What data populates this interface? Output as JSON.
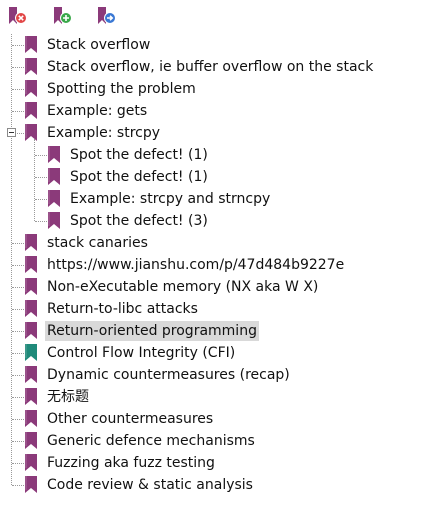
{
  "toolbar": {
    "buttons": [
      {
        "name": "delete-bookmark-button",
        "icon": "bookmark-remove-icon",
        "badge_color": "#e24646"
      },
      {
        "name": "add-bookmark-button",
        "icon": "bookmark-add-icon",
        "badge_color": "#3aa84a"
      },
      {
        "name": "add-child-bookmark-button",
        "icon": "bookmark-add-child-icon",
        "badge_color": "#3a78d4"
      }
    ]
  },
  "colors": {
    "bookmark": "#8b3a7a",
    "bookmark_active": "#1f8a7a",
    "selection": "#d9d9d9"
  },
  "bookmarks": [
    {
      "label": "Stack overflow",
      "level": 0
    },
    {
      "label": "Stack overflow, ie buffer overflow on the stack",
      "level": 0
    },
    {
      "label": "Spotting the problem",
      "level": 0
    },
    {
      "label": "Example: gets",
      "level": 0
    },
    {
      "label": "Example: strcpy",
      "level": 0,
      "expanded": true
    },
    {
      "label": "Spot the defect! (1)",
      "level": 1
    },
    {
      "label": "Spot the defect! (1)",
      "level": 1
    },
    {
      "label": "Example: strcpy and strncpy",
      "level": 1
    },
    {
      "label": "Spot the defect! (3)",
      "level": 1
    },
    {
      "label": "stack canaries",
      "level": 0
    },
    {
      "label": "https://www.jianshu.com/p/47d484b9227e",
      "level": 0
    },
    {
      "label": "Non-eXecutable memory (NX aka W   X)",
      "level": 0
    },
    {
      "label": "Return-to-libc attacks",
      "level": 0
    },
    {
      "label": "Return-oriented programming",
      "level": 0,
      "selected": true
    },
    {
      "label": "Control Flow Integrity (CFI)",
      "level": 0,
      "active": true
    },
    {
      "label": "Dynamic countermeasures (recap)",
      "level": 0
    },
    {
      "label": "无标题",
      "level": 0
    },
    {
      "label": "Other countermeasures",
      "level": 0
    },
    {
      "label": "Generic defence mechanisms",
      "level": 0
    },
    {
      "label": "Fuzzing aka fuzz testing",
      "level": 0
    },
    {
      "label": "Code review & static analysis",
      "level": 0
    }
  ]
}
